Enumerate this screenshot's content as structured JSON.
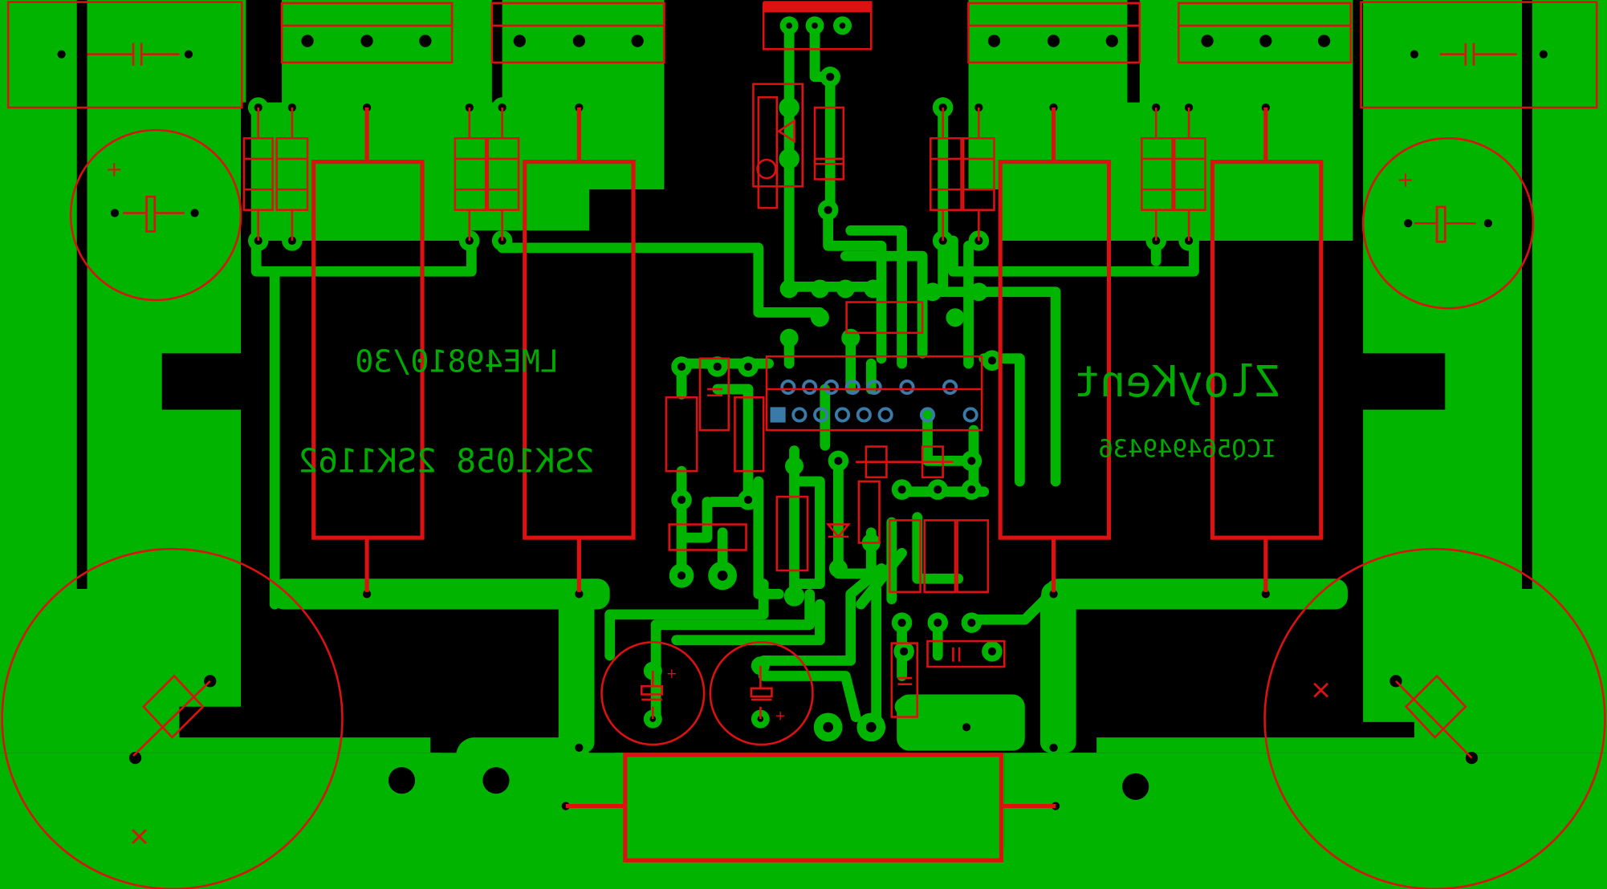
{
  "board": {
    "labels": {
      "chip": "LME49810/30",
      "mosfets": "2SK1058 2SK1162",
      "author": "ZloyKent",
      "contact": "ICQ564949436"
    },
    "colors": {
      "background": "#000000",
      "copper": "#00b400",
      "silkscreen": "#dd1111",
      "pads_top": "#3a7aa8",
      "text": "#00aa00"
    },
    "markers": {
      "plus": "+",
      "cross": "×"
    }
  }
}
